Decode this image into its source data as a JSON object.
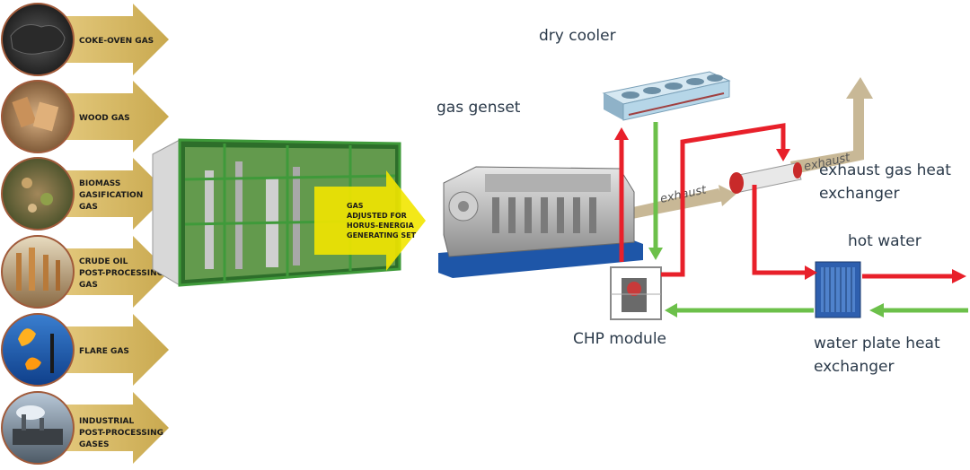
{
  "sources": [
    {
      "icon": "coal-icon",
      "lines": [
        "COKE-OVEN GAS"
      ]
    },
    {
      "icon": "wood-icon",
      "lines": [
        "WOOD GAS"
      ]
    },
    {
      "icon": "biomass-icon",
      "lines": [
        "BIOMASS",
        "GASIFICATION",
        "GAS"
      ]
    },
    {
      "icon": "refinery-icon",
      "lines": [
        "CRUDE OIL",
        "POST-PROCESSING",
        "GAS"
      ]
    },
    {
      "icon": "flare-icon",
      "lines": [
        "FLARE GAS"
      ]
    },
    {
      "icon": "industrial-plant-icon",
      "lines": [
        "INDUSTRIAL",
        "POST-PROCESSING",
        "GASES"
      ]
    }
  ],
  "container_arrow": {
    "lines": [
      "GAS",
      "ADJUSTED FOR",
      "HORUS-ENERGIA",
      "GENERATING SET"
    ]
  },
  "labels": {
    "dry_cooler": "dry cooler",
    "gas_genset": "gas genset",
    "exhaust_gas_heat_exchanger": [
      "exhaust gas heat",
      "exchanger"
    ],
    "hot_water": "hot water",
    "chp_module": "CHP module",
    "water_plate_heat_exchanger": [
      "water plate heat",
      "exchanger"
    ],
    "exhaust_1": "exhaust",
    "exhaust_2": "exhaust"
  },
  "colors": {
    "source_arrow": "#c9a94f",
    "gas_arrow": "#f2e600",
    "hot_line": "#e8202a",
    "cold_line": "#6cc04a",
    "exhaust": "#c8b896",
    "container_frame": "#3f9a3a",
    "engine_base": "#1e56a8",
    "cooler": "#b6d6e8",
    "exchanger": "#2e5fae"
  }
}
